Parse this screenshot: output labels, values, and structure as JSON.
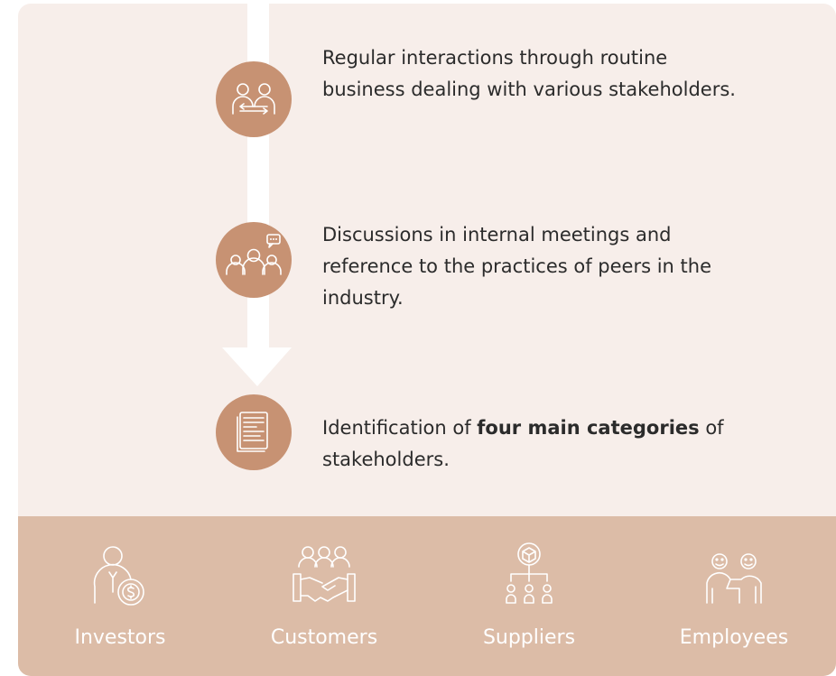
{
  "steps": [
    {
      "icon": "exchange-people-icon",
      "text": "Regular interactions through routine business dealing with various stakeholders."
    },
    {
      "icon": "group-chat-icon",
      "text": "Discussions in internal meetings and reference to the practices of peers in the industry."
    },
    {
      "icon": "document-icon",
      "text_before": "Identification of ",
      "text_bold": "four main categories",
      "text_after": " of stakeholders."
    }
  ],
  "categories": [
    {
      "label": "Investors",
      "icon": "investor-icon"
    },
    {
      "label": "Customers",
      "icon": "handshake-group-icon"
    },
    {
      "label": "Suppliers",
      "icon": "supply-network-icon"
    },
    {
      "label": "Employees",
      "icon": "employees-icon"
    }
  ],
  "colors": {
    "panel": "#f7eeea",
    "icon_circle": "#c79273",
    "tile": "#dcbca7",
    "arrow": "#ffffff",
    "text": "#2b2b2b"
  }
}
